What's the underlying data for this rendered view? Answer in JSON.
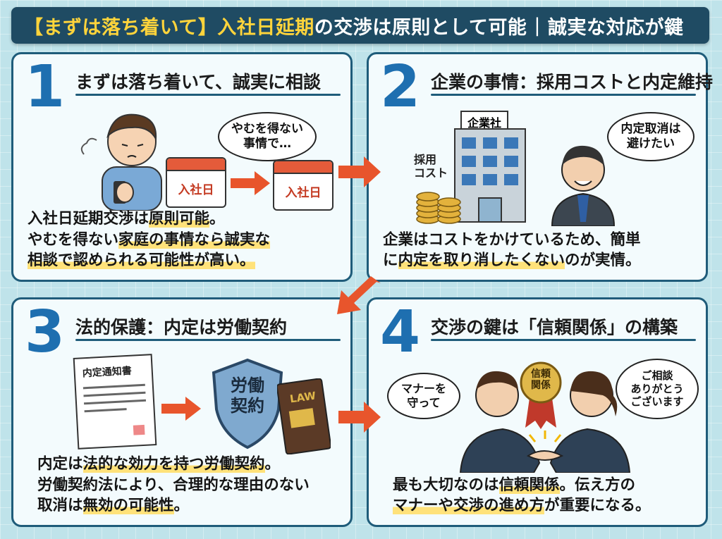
{
  "banner": {
    "part1": "【まずは落ち着いて】",
    "part2": "入社日延期",
    "part3": "の交渉は原則として可能",
    "separator": "|",
    "part4": "誠実な対応が鍵"
  },
  "panels": [
    {
      "number": "1",
      "title": "まずは落ち着いて、誠実に相談",
      "bubble": "やむを得ない\n事情で…",
      "calendar_from": "入社日",
      "calendar_to": "入社日",
      "desc": {
        "l1a": "入社日延期交渉は",
        "l1b": "原則可能",
        "l1c": "。",
        "l2a": "やむを得ない",
        "l2b": "家庭の事情なら誠実な",
        "l3a": "相談で認められる可能性が高い。"
      }
    },
    {
      "number": "2",
      "title": "企業の事情：採用コストと内定維持",
      "building_label": "企業社",
      "cost_label": "採用\nコスト",
      "bubble": "内定取消は\n避けたい",
      "desc": {
        "l1a": "企業はコストをかけているため、簡単",
        "l2a": "に",
        "l2b": "内定を取り消したくない",
        "l2c": "のが実情。"
      }
    },
    {
      "number": "3",
      "title": "法的保護：内定は労働契約",
      "document_label": "内定通知書",
      "shield_label": "労働\n契約",
      "book_label": "LAW",
      "desc": {
        "l1a": "内定は",
        "l1b": "法的な効力を持つ労働契約",
        "l1c": "。",
        "l2a": "労働契約法により、合理的な理由のない",
        "l3a": "取消は",
        "l3b": "無効の可能性",
        "l3c": "。"
      }
    },
    {
      "number": "4",
      "title": "交渉の鍵は「信頼関係」の構築",
      "bubble_left": "マナーを\n守って",
      "medal_label": "信頼\n関係",
      "bubble_right": "ご相談\nありがとう\nございます",
      "desc": {
        "l1a": "最も大切なのは",
        "l1b": "信頼関係",
        "l1c": "。伝え方の",
        "l2a": "マナーや交渉の進め方",
        "l2b": "が重要になる。"
      }
    }
  ],
  "colors": {
    "banner_bg": "#1f4b63",
    "banner_yellow": "#ffd43b",
    "number_blue": "#1e6fb0",
    "arrow_orange": "#e8552c",
    "highlight_yellow": "#ffe27a"
  }
}
